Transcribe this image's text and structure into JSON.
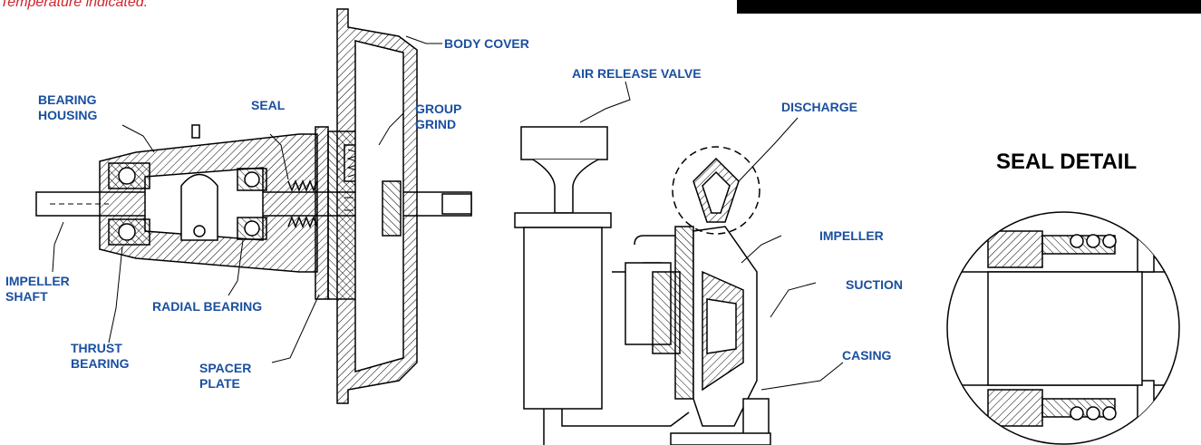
{
  "note": "Temperature indicated.",
  "seal_detail_title": "SEAL DETAIL",
  "labels": {
    "body_cover": "BODY COVER",
    "bearing_housing": [
      "BEARING",
      "HOUSING"
    ],
    "seal": "SEAL",
    "group_grind": [
      "GROUP",
      "GRIND"
    ],
    "impeller_shaft": [
      "IMPELLER",
      "SHAFT"
    ],
    "radial_bearing": "RADIAL BEARING",
    "thrust_bearing": [
      "THRUST",
      "BEARING"
    ],
    "spacer_plate": [
      "SPACER",
      "PLATE"
    ],
    "air_release_valve": "AIR RELEASE VALVE",
    "discharge": "DISCHARGE",
    "impeller": "IMPELLER",
    "suction": "SUCTION",
    "casing": "CASING"
  },
  "colors": {
    "label": "#1a4fa0",
    "note": "#d2232a",
    "line": "#000000",
    "bar": "#000000"
  }
}
